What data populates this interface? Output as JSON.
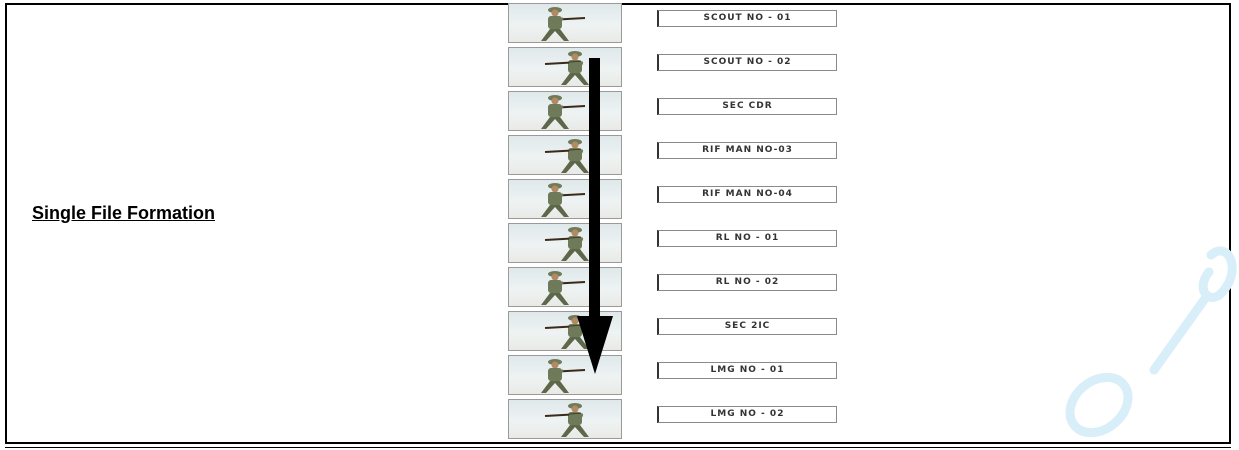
{
  "section": {
    "title": "Single File Formation"
  },
  "formation": {
    "positions": [
      {
        "label": "SCOUT NO - 01"
      },
      {
        "label": "SCOUT NO - 02"
      },
      {
        "label": "SEC CDR"
      },
      {
        "label": "RIF MAN NO-03"
      },
      {
        "label": "RIF MAN NO-04"
      },
      {
        "label": "RL NO - 01"
      },
      {
        "label": "RL NO - 02"
      },
      {
        "label": "SEC 2IC"
      },
      {
        "label": "LMG NO - 01"
      },
      {
        "label": "LMG NO - 02"
      }
    ],
    "arrow_icon": "down-arrow-icon"
  },
  "colors": {
    "border": "#000000",
    "watermark": "#cfe9f6",
    "uniform": "#6f7a5a",
    "skin": "#b48a62"
  }
}
